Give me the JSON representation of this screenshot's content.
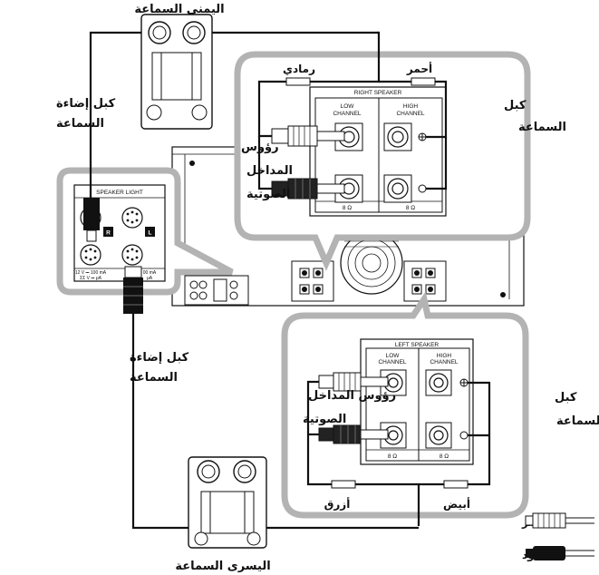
{
  "labels": {
    "right_speaker": "اليمنى السماعة",
    "left_speaker": "اليسرى السماعة",
    "speaker_light_cable_top": [
      "كبل إضاءة",
      "السماعة"
    ],
    "speaker_light_cable_bottom": [
      "كبل إضاءة",
      "السماعة"
    ],
    "speaker_cable_top": [
      "كبل",
      "السماعة"
    ],
    "speaker_cable_bottom": [
      "كبل",
      "السماعة"
    ],
    "input_plugs_top": [
      "رؤوس",
      "المداخل",
      "الصوتية"
    ],
    "input_plugs_bottom": [
      "رؤوس المداخل",
      "الصوتية"
    ],
    "grey": "رمادي",
    "red_top": "أحمر",
    "blue": "أزرق",
    "white": "أبيض",
    "legend_red": ": أحمر",
    "legend_black": ": أسود"
  },
  "panel_text": {
    "right_speaker_title": "RIGHT SPEAKER",
    "left_speaker_title": "LEFT SPEAKER",
    "low_channel": [
      "LOW",
      "CHANNEL"
    ],
    "high_channel": [
      "HIGH",
      "CHANNEL"
    ],
    "ohm": "8 Ω",
    "speaker_light": "SPEAKER LIGHT",
    "r": "R",
    "l": "L",
    "spec_left": [
      "12 V ⎓ 100 mA",
      "ΣΣ V ⎓ μΑ"
    ],
    "spec_right": [
      "00 mA",
      "μΑ"
    ]
  }
}
